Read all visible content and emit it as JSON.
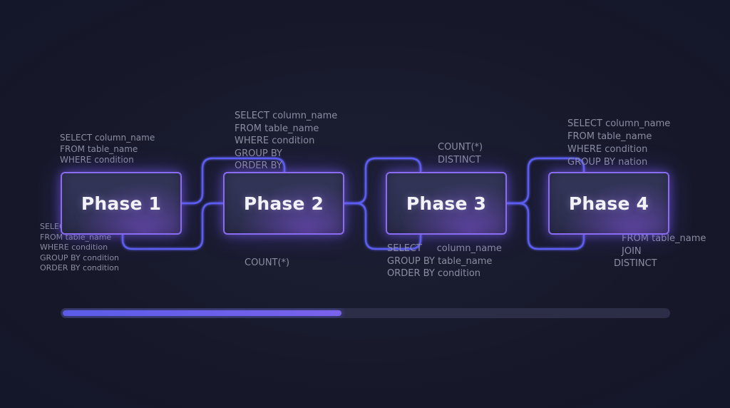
{
  "phases": [
    {
      "label": "Phase 1"
    },
    {
      "label": "Phase 2"
    },
    {
      "label": "Phase 3"
    },
    {
      "label": "Phase 4"
    }
  ],
  "annotations": {
    "p1_above": [
      "SELECT column_name",
      "FROM table_name",
      "WHERE condition"
    ],
    "p1_below": [
      "SELECT",
      "FROM table_name",
      "WHERE condition",
      "GROUP BY condition",
      "ORDER BY condition"
    ],
    "p2_above": [
      "SELECT column_name",
      "FROM table_name",
      "WHERE condition",
      "GROUP BY",
      "ORDER BY"
    ],
    "p2_below": [
      "COUNT(*)"
    ],
    "p3_above": [
      "COUNT(*)",
      "DISTINCT"
    ],
    "p3_below": [
      "SELECT     column_name",
      "GROUP BY table_name",
      "ORDER BY condition"
    ],
    "p4_above": [
      "SELECT column_name",
      "FROM table_name",
      "WHERE condition",
      "GROUP BY nation"
    ],
    "p4_below": [
      "FROM table_name",
      "JOIN",
      "DISTINCT"
    ]
  },
  "progress": {
    "fraction": 0.46
  },
  "colors": {
    "background": "#161829",
    "connector": "#5b5ff0",
    "box_border": "#8a6cf0",
    "progress_fill": "#5a5ce8",
    "progress_track": "#2c2e48",
    "annotation_text": "#8b8da2"
  }
}
